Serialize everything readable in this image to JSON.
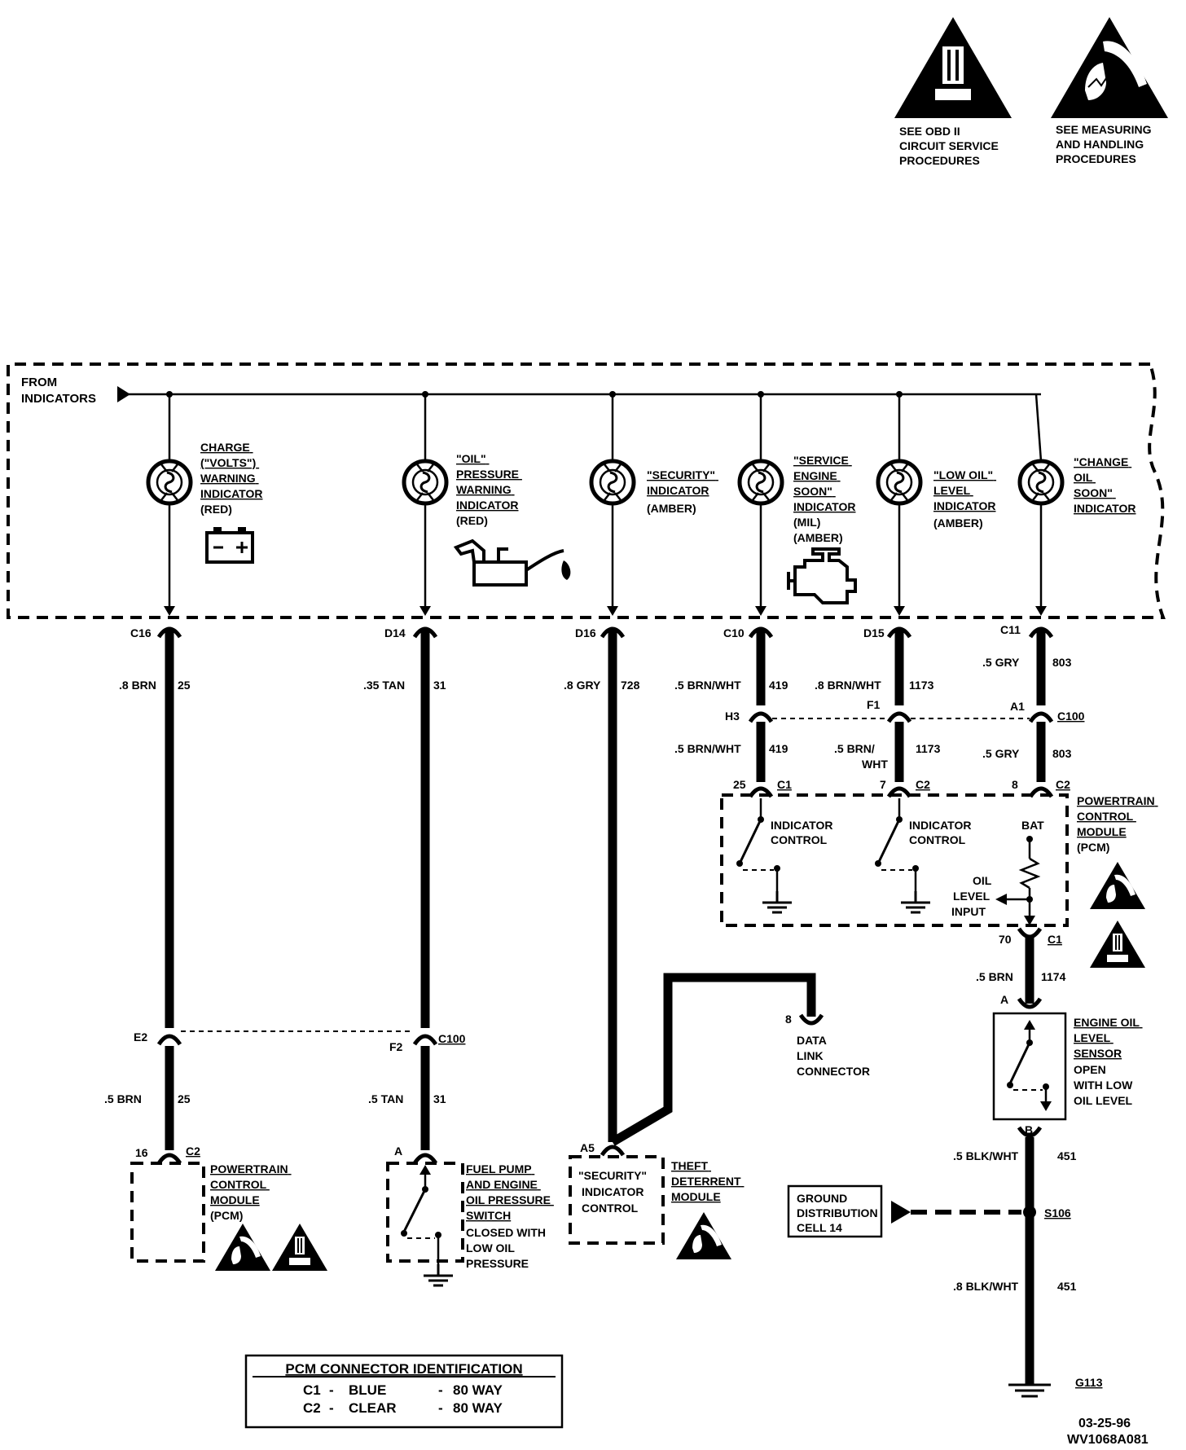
{
  "header": {
    "obd_caption": [
      "SEE OBD II",
      "CIRCUIT SERVICE",
      "PROCEDURES"
    ],
    "obd_tag": "OBDII",
    "esd_caption": [
      "SEE MEASURING",
      "AND HANDLING",
      "PROCEDURES"
    ]
  },
  "from_indicators": [
    "FROM",
    "INDICATORS"
  ],
  "indicators": [
    {
      "label": [
        "CHARGE",
        "(\"VOLTS\")",
        "WARNING",
        "INDICATOR",
        "(RED)"
      ],
      "connector": "C16",
      "wire_left": ".8 BRN",
      "wire_right": "25"
    },
    {
      "label": [
        "\"OIL\"",
        "PRESSURE",
        "WARNING",
        "INDICATOR",
        "(RED)"
      ],
      "connector": "D14",
      "wire_left": ".35 TAN",
      "wire_right": "31"
    },
    {
      "label": [
        "\"SECURITY\"",
        "INDICATOR",
        "(AMBER)"
      ],
      "connector": "D16",
      "wire_left": ".8 GRY",
      "wire_right": "728"
    },
    {
      "label": [
        "\"SERVICE",
        "ENGINE",
        "SOON\"",
        "INDICATOR",
        "(MIL)",
        "(AMBER)"
      ],
      "connector": "C10",
      "wire_left": ".5 BRN/WHT",
      "wire_right": "419"
    },
    {
      "label": [
        "\"LOW OIL\"",
        "LEVEL",
        "INDICATOR",
        "(AMBER)"
      ],
      "connector": "D15",
      "wire_left": ".8 BRN/WHT",
      "wire_right": "1173"
    },
    {
      "label": [
        "\"CHANGE",
        "OIL",
        "SOON\"",
        "INDICATOR"
      ],
      "connector": "C11",
      "wire_left": ".5 GRY",
      "wire_right": "803"
    }
  ],
  "c100_top": {
    "name": "C100",
    "pins": [
      "H3",
      "F1",
      "A1"
    ],
    "wires": [
      {
        "left": ".5 BRN/WHT",
        "right": "419"
      },
      {
        "left": ".5 BRN/",
        "left2": "WHT",
        "right": "1173"
      },
      {
        "left": ".5 GRY",
        "right": "803"
      }
    ]
  },
  "pcm_right": {
    "title": [
      "POWERTRAIN",
      "CONTROL",
      "MODULE",
      "(PCM)"
    ],
    "pins": [
      {
        "num": "25",
        "conn": "C1"
      },
      {
        "num": "7",
        "conn": "C2"
      },
      {
        "num": "8",
        "conn": "C2"
      }
    ],
    "control_labels": [
      "INDICATOR",
      "CONTROL"
    ],
    "bat": "BAT",
    "oil_input": [
      "OIL",
      "LEVEL",
      "INPUT"
    ],
    "out_pin": "70",
    "out_conn": "C1"
  },
  "sensor": {
    "wire_left": ".5 BRN",
    "wire_right": "1174",
    "pin_a": "A",
    "pin_b": "B",
    "title": [
      "ENGINE OIL",
      "LEVEL",
      "SENSOR"
    ],
    "desc": [
      "OPEN",
      "WITH LOW",
      "OIL LEVEL"
    ]
  },
  "ground": {
    "wire1_left": ".5 BLK/WHT",
    "wire1_right": "451",
    "splice": "S106",
    "cell": [
      "GROUND",
      "DISTRIBUTION",
      "CELL 14"
    ],
    "wire2_left": ".8 BLK/WHT",
    "wire2_right": "451",
    "ground_id": "G113"
  },
  "data_link": {
    "pin": "8",
    "label": [
      "DATA",
      "LINK",
      "CONNECTOR"
    ]
  },
  "c100_bottom": {
    "name": "C100",
    "pin_left": "E2",
    "pin_right": "F2",
    "wire_left": {
      "left": ".5 BRN",
      "right": "25"
    },
    "wire_right": {
      "left": ".5 TAN",
      "right": "31"
    }
  },
  "pcm_left": {
    "pin": "16",
    "conn": "C2",
    "title": [
      "POWERTRAIN",
      "CONTROL",
      "MODULE",
      "(PCM)"
    ]
  },
  "oil_switch": {
    "pin": "A",
    "title": [
      "FUEL PUMP",
      "AND ENGINE",
      "OIL PRESSURE",
      "SWITCH"
    ],
    "desc": [
      "CLOSED WITH",
      "LOW OIL",
      "PRESSURE"
    ]
  },
  "theft": {
    "pin": "A5",
    "control": [
      "\"SECURITY\"",
      "INDICATOR",
      "CONTROL"
    ],
    "title": [
      "THEFT",
      "DETERRENT",
      "MODULE"
    ]
  },
  "pcm_id_table": {
    "title": "PCM CONNECTOR IDENTIFICATION",
    "rows": [
      {
        "c": "C1",
        "color": "BLUE",
        "way": "80 WAY"
      },
      {
        "c": "C2",
        "color": "CLEAR",
        "way": "80 WAY"
      }
    ]
  },
  "footer": {
    "date": "03-25-96",
    "code": "WV1068A081"
  }
}
